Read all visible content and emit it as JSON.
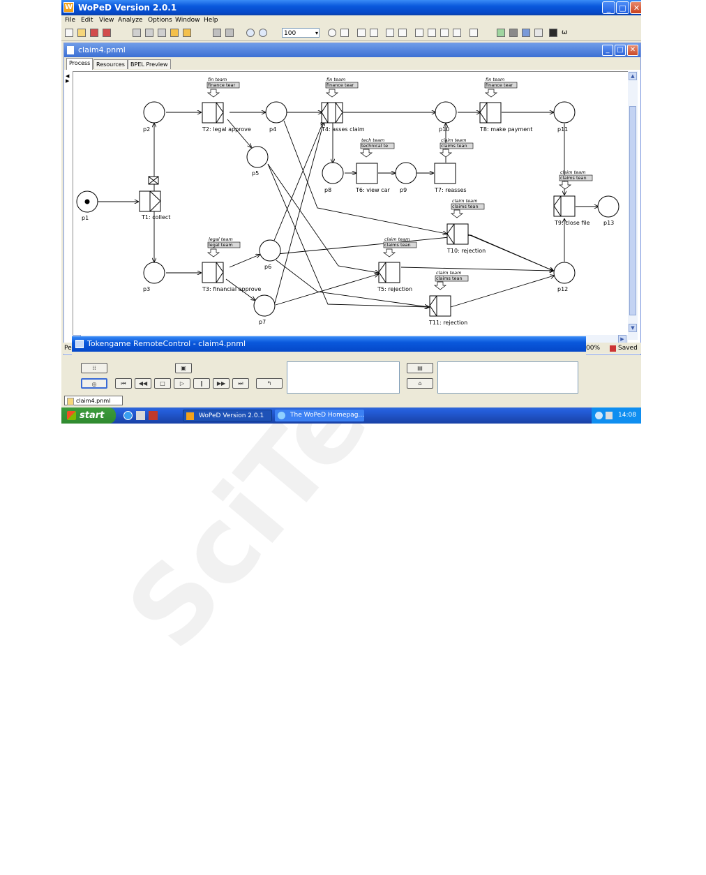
{
  "window": {
    "title": "WoPeD Version 2.0.1"
  },
  "menu": [
    "File",
    "Edit",
    "View",
    "Analyze",
    "Options",
    "Window",
    "Help"
  ],
  "toolbar": {
    "zoom": "100"
  },
  "document": {
    "title": "claim4.pnml",
    "tabs": [
      "Process",
      "Resources",
      "BPEL Preview"
    ]
  },
  "net": {
    "places": [
      "p1",
      "p2",
      "p3",
      "p4",
      "p5",
      "p6",
      "p7",
      "p8",
      "p9",
      "p10",
      "p11",
      "p12",
      "p13"
    ],
    "transitions": [
      "T1: collect",
      "T2: legal approve",
      "T3: financial approve",
      "T4: asses claim",
      "T5: rejection",
      "T6: view car",
      "T7: reasses",
      "T8: make payment",
      "T9: close file",
      "T10: rejection",
      "T11: rejection"
    ],
    "resources": [
      {
        "role": "fin team",
        "group": "finance tear"
      },
      {
        "role": "fin team",
        "group": "finance tear"
      },
      {
        "role": "fin team",
        "group": "finance tear"
      },
      {
        "role": "tech team",
        "group": "technical te"
      },
      {
        "role": "claim team",
        "group": "claims tean"
      },
      {
        "role": "claim team",
        "group": "claims tean"
      },
      {
        "role": "claim team",
        "group": "claims tean"
      },
      {
        "role": "legal team",
        "group": "legal team"
      },
      {
        "role": "claim team",
        "group": "claims tean"
      },
      {
        "role": "claim team",
        "group": "claims tean"
      }
    ]
  },
  "statusbar": {
    "left": "Pe",
    "zoom": "00%",
    "saved": "Saved"
  },
  "tokengame": {
    "title": "Tokengame RemoteControl - claim4.pnml"
  },
  "windowbar": {
    "doc": "claim4.pnml"
  },
  "taskbar": {
    "start": "start",
    "tasks": [
      "WoPeD Version 2.0.1",
      "The WoPeD Homepag..."
    ],
    "clock": "14:08"
  },
  "colors": {
    "title_blue": "#0a58dc",
    "start_green": "#2f8a2f",
    "panel": "#ece9d8"
  }
}
